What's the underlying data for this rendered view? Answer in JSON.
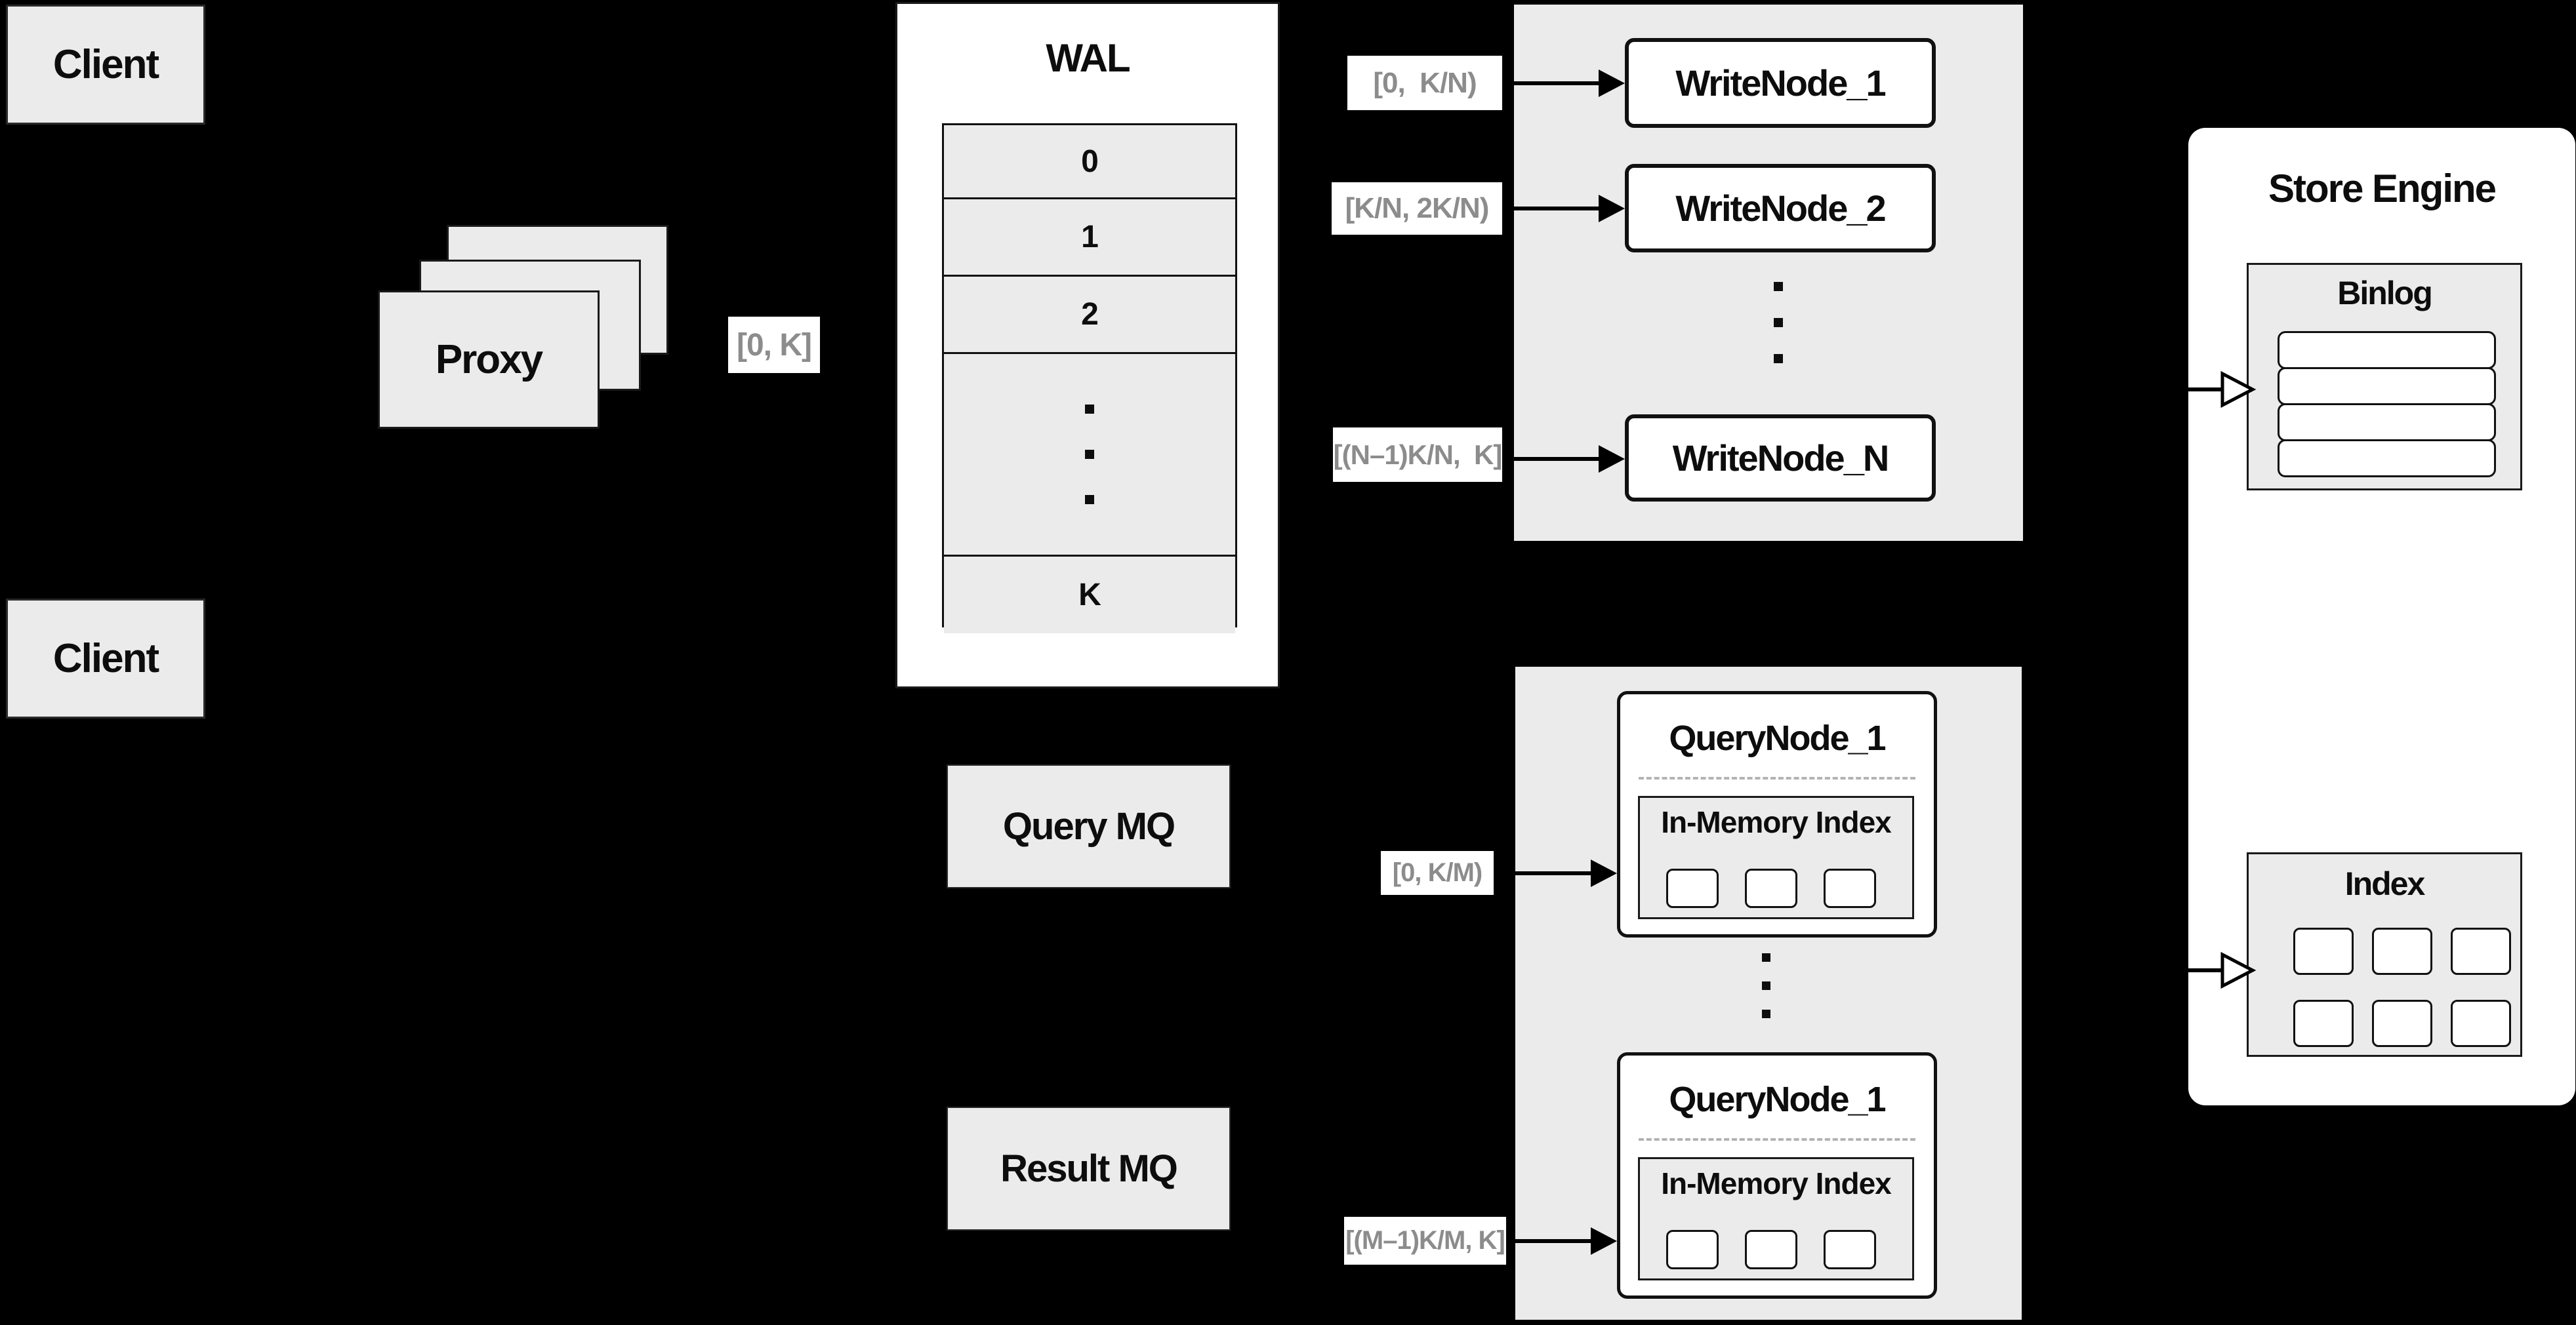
{
  "colors": {
    "background": "#000000",
    "panel_gray": "#ebebeb",
    "node_white": "#ffffff",
    "border_black": "#111111",
    "edge_label_text": "#8c8c8c",
    "dashed_separator": "#b3b3b3"
  },
  "clients": {
    "top": "Client",
    "bottom": "Client"
  },
  "proxy": {
    "label": "Proxy"
  },
  "wal": {
    "title": "WAL",
    "rows": [
      "0",
      "1",
      "2"
    ],
    "ellipsis": "⋮",
    "last_row": "K"
  },
  "write_group": {
    "nodes": [
      "WriteNode_1",
      "WriteNode_2"
    ],
    "ellipsis": "⋮",
    "last_node": "WriteNode_N"
  },
  "query_group": {
    "ellipsis": "⋮",
    "nodes": [
      {
        "title": "QueryNode_1",
        "subtitle": "In-Memory Index"
      },
      {
        "title": "QueryNode_1",
        "subtitle": "In-Memory Index"
      }
    ]
  },
  "store_engine": {
    "title": "Store Engine",
    "binlog_title": "Binlog",
    "index_title": "Index"
  },
  "mq": {
    "query": "Query MQ",
    "result": "Result MQ"
  },
  "edge_labels": {
    "proxy_out": "[0, K]",
    "write_1": "[0,  K/N)",
    "write_2": "[K/N, 2K/N)",
    "write_n": "[(N–1)K/N,  K]",
    "query_1": "[0, K/M)",
    "query_2": "[(M–1)K/M, K]"
  }
}
